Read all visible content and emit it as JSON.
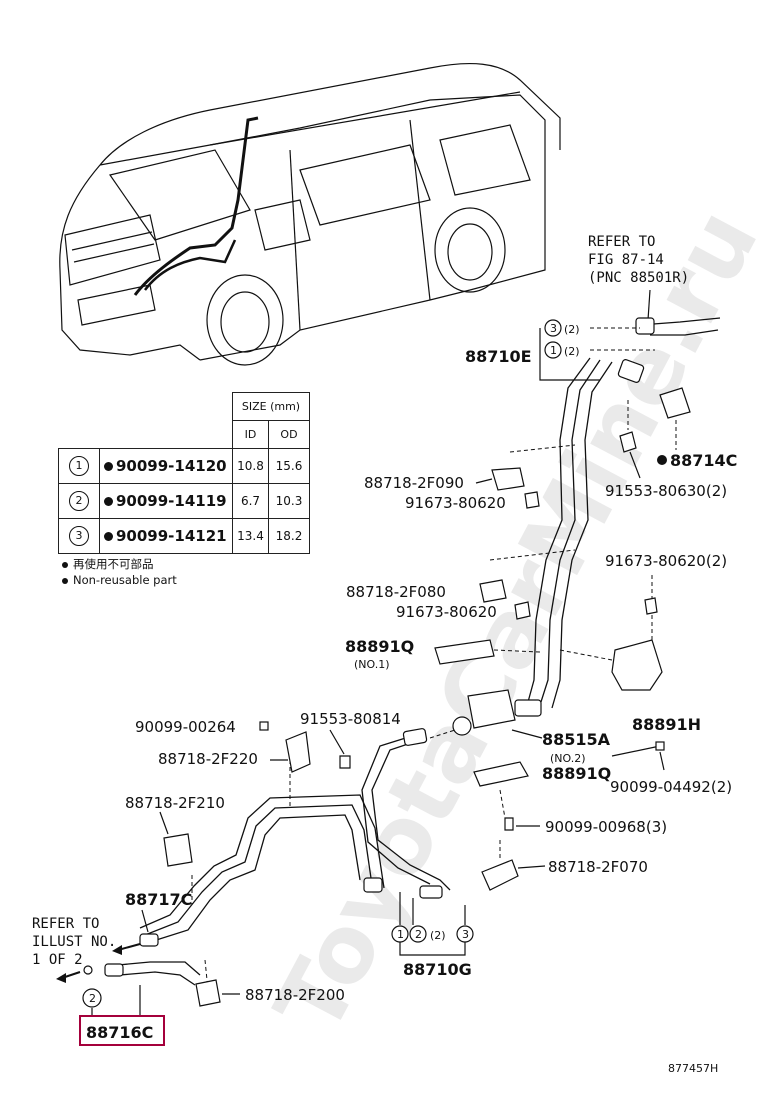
{
  "watermark": "ToyotaCarMine.ru",
  "figure_code": "877457H",
  "refer_top": [
    "REFER TO",
    "FIG 87-14",
    "(PNC 88501R)"
  ],
  "refer_left": [
    "REFER TO",
    "ILLUST NO.",
    "1 OF 2"
  ],
  "size_table": {
    "header": "SIZE (mm)",
    "col_id": "ID",
    "col_od": "OD",
    "rows": [
      {
        "no": "1",
        "part": "90099-14120",
        "id": "10.8",
        "od": "15.6"
      },
      {
        "no": "2",
        "part": "90099-14119",
        "id": "6.7",
        "od": "10.3"
      },
      {
        "no": "3",
        "part": "90099-14121",
        "id": "13.4",
        "od": "18.2"
      }
    ]
  },
  "notes": [
    "再使用不可部品",
    "Non-reusable part"
  ],
  "labels": {
    "p88710E": "88710E",
    "c3_q2": "(2)",
    "c1_q2": "(2)",
    "p88714C": "88714C",
    "p91553_80630": "91553-80630(2)",
    "p88718_2F090": "88718-2F090",
    "p91673_80620_a": "91673-80620",
    "p91673_80620_b": "91673-80620(2)",
    "p88718_2F080": "88718-2F080",
    "p91673_80620_c": "91673-80620",
    "p88891Q_a": "88891Q",
    "p88891Q_a_sub": "(NO.1)",
    "p88891H": "88891H",
    "p90099_00264": "90099-00264",
    "p91553_80814": "91553-80814",
    "p88515A": "88515A",
    "p88515A_sub": "(NO.2)",
    "p88891Q_b": "88891Q",
    "p90099_04492": "90099-04492(2)",
    "p88718_2F220": "88718-2F220",
    "p88718_2F210": "88718-2F210",
    "p90099_00968": "90099-00968(3)",
    "p88718_2F070": "88718-2F070",
    "p88717C": "88717C",
    "p88710G": "88710G",
    "g_q2": "(2)",
    "p88718_2F200": "88718-2F200",
    "p88716C": "88716C"
  },
  "colors": {
    "highlight": "#a4003b"
  }
}
